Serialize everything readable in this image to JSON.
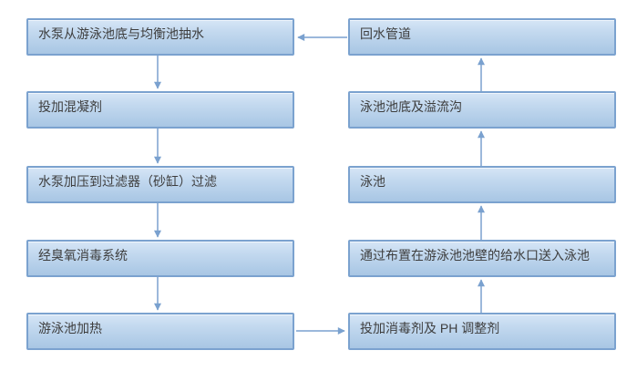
{
  "flow": {
    "left_column": [
      {
        "label": "水泵从游泳池底与均衡池抽水"
      },
      {
        "label": "投加混凝剂"
      },
      {
        "label": "水泵加压到过滤器（砂缸）过滤"
      },
      {
        "label": "经臭氧消毒系统"
      },
      {
        "label": "游泳池加热"
      }
    ],
    "right_column": [
      {
        "label": "回水管道"
      },
      {
        "label": "泳池池底及溢流沟"
      },
      {
        "label": "泳池"
      },
      {
        "label": "通过布置在游泳池池壁的给水口送入泳池"
      },
      {
        "label": "投加消毒剂及 PH 调整剂"
      }
    ],
    "connections": [
      {
        "from": "水泵从游泳池底与均衡池抽水",
        "to": "投加混凝剂",
        "direction": "down"
      },
      {
        "from": "投加混凝剂",
        "to": "水泵加压到过滤器（砂缸）过滤",
        "direction": "down"
      },
      {
        "from": "水泵加压到过滤器（砂缸）过滤",
        "to": "经臭氧消毒系统",
        "direction": "down"
      },
      {
        "from": "经臭氧消毒系统",
        "to": "游泳池加热",
        "direction": "down"
      },
      {
        "from": "游泳池加热",
        "to": "投加消毒剂及 PH 调整剂",
        "direction": "right"
      },
      {
        "from": "投加消毒剂及 PH 调整剂",
        "to": "通过布置在游泳池池壁的给水口送入泳池",
        "direction": "up"
      },
      {
        "from": "通过布置在游泳池池壁的给水口送入泳池",
        "to": "泳池",
        "direction": "up"
      },
      {
        "from": "泳池",
        "to": "泳池池底及溢流沟",
        "direction": "up"
      },
      {
        "from": "泳池池底及溢流沟",
        "to": "回水管道",
        "direction": "up"
      },
      {
        "from": "回水管道",
        "to": "水泵从游泳池底与均衡池抽水",
        "direction": "left"
      }
    ],
    "colors": {
      "box_fill_top": "#d6e6f6",
      "box_fill_bottom": "#a8c6e4",
      "box_border": "#7ba2cf",
      "arrow": "#7aa1cf",
      "text": "#3e3e3e",
      "background": "#ffffff"
    }
  }
}
